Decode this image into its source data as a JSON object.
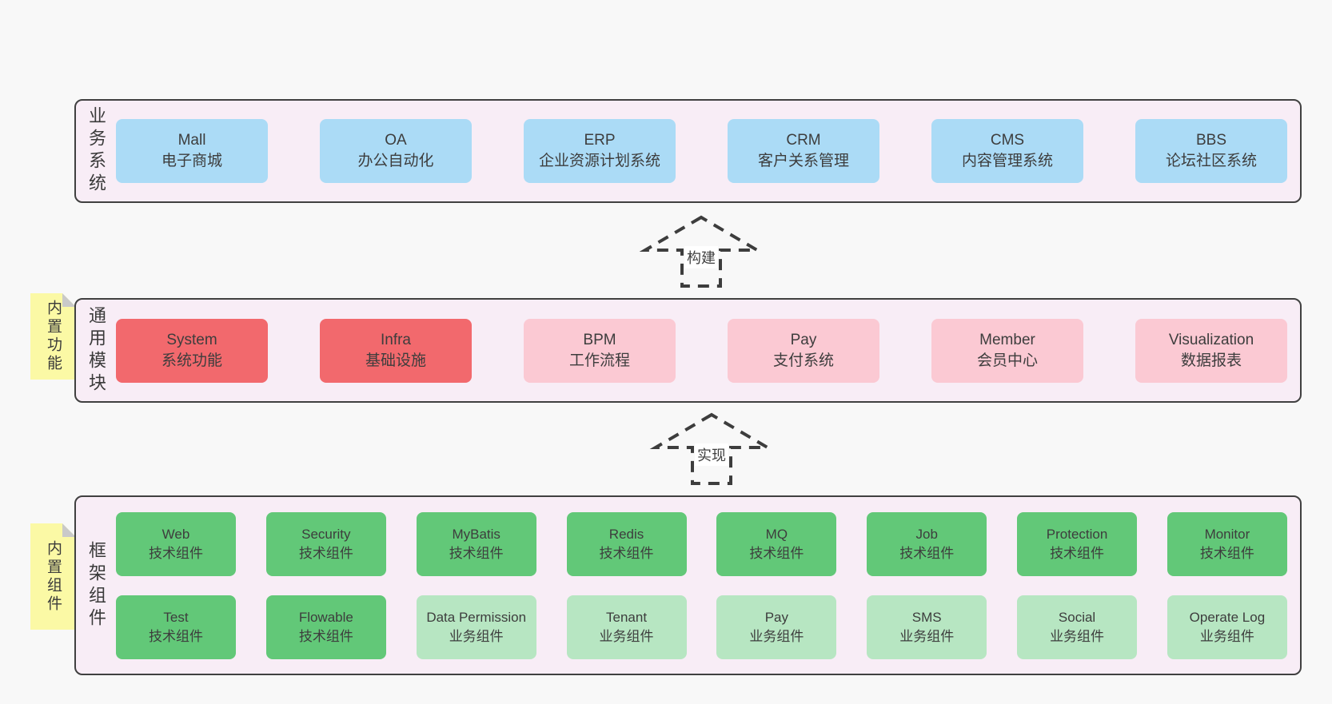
{
  "layers": [
    {
      "id": "business",
      "label": "业务系统",
      "boxes": [
        {
          "name": "Mall",
          "desc": "电子商城",
          "type": "blue"
        },
        {
          "name": "OA",
          "desc": "办公自动化",
          "type": "blue"
        },
        {
          "name": "ERP",
          "desc": "企业资源计划系统",
          "type": "blue"
        },
        {
          "name": "CRM",
          "desc": "客户关系管理",
          "type": "blue"
        },
        {
          "name": "CMS",
          "desc": "内容管理系统",
          "type": "blue"
        },
        {
          "name": "BBS",
          "desc": "论坛社区系统",
          "type": "blue"
        }
      ]
    },
    {
      "id": "modules",
      "label": "通用模块",
      "tag": "内置功能",
      "boxes": [
        {
          "name": "System",
          "desc": "系统功能",
          "type": "red"
        },
        {
          "name": "Infra",
          "desc": "基础设施",
          "type": "red"
        },
        {
          "name": "BPM",
          "desc": "工作流程",
          "type": "pink"
        },
        {
          "name": "Pay",
          "desc": "支付系统",
          "type": "pink"
        },
        {
          "name": "Member",
          "desc": "会员中心",
          "type": "pink"
        },
        {
          "name": "Visualization",
          "desc": "数据报表",
          "type": "pink"
        }
      ]
    },
    {
      "id": "framework",
      "label": "框架组件",
      "tag": "内置组件",
      "rows": [
        [
          {
            "name": "Web",
            "desc": "技术组件",
            "type": "green"
          },
          {
            "name": "Security",
            "desc": "技术组件",
            "type": "green"
          },
          {
            "name": "MyBatis",
            "desc": "技术组件",
            "type": "green"
          },
          {
            "name": "Redis",
            "desc": "技术组件",
            "type": "green"
          },
          {
            "name": "MQ",
            "desc": "技术组件",
            "type": "green"
          },
          {
            "name": "Job",
            "desc": "技术组件",
            "type": "green"
          },
          {
            "name": "Protection",
            "desc": "技术组件",
            "type": "green"
          },
          {
            "name": "Monitor",
            "desc": "技术组件",
            "type": "green"
          }
        ],
        [
          {
            "name": "Test",
            "desc": "技术组件",
            "type": "green"
          },
          {
            "name": "Flowable",
            "desc": "技术组件",
            "type": "green"
          },
          {
            "name": "Data Permission",
            "desc": "业务组件",
            "type": "green-light"
          },
          {
            "name": "Tenant",
            "desc": "业务组件",
            "type": "green-light"
          },
          {
            "name": "Pay",
            "desc": "业务组件",
            "type": "green-light"
          },
          {
            "name": "SMS",
            "desc": "业务组件",
            "type": "green-light"
          },
          {
            "name": "Social",
            "desc": "业务组件",
            "type": "green-light"
          },
          {
            "name": "Operate Log",
            "desc": "业务组件",
            "type": "green-light"
          }
        ]
      ]
    }
  ],
  "arrows": [
    {
      "id": "build",
      "label": "构建"
    },
    {
      "id": "implement",
      "label": "实现"
    }
  ],
  "colors": {
    "pageBg": "#f8f8f8",
    "panelBg": "#f8edf6",
    "panelBorder": "#404040",
    "blue": "#abdbf6",
    "red": "#f2696d",
    "pink": "#fbc9d3",
    "green": "#62c878",
    "greenLight": "#b7e6c2",
    "yellowTag": "#fbf9a5",
    "foldGray": "#c9c9c9",
    "text": "#3d3d3d",
    "arrowStroke": "#3d3d3d"
  }
}
